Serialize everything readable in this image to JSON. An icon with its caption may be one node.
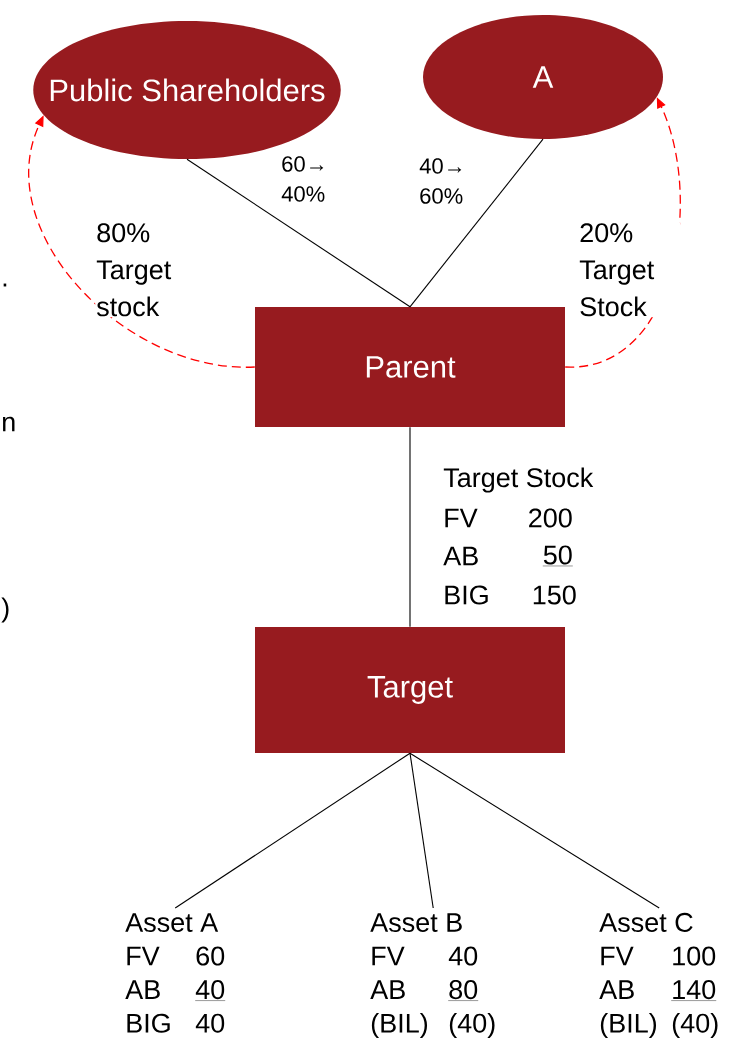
{
  "diagram": {
    "nodes": [
      {
        "text": [
          "Public Shareholders"
        ]
      },
      {
        "text": [
          "A"
        ]
      },
      {
        "text": [
          "Parent"
        ]
      },
      {
        "text": [
          "Target"
        ]
      },
      {
        "text": [
          "Asset A",
          "FV",
          "60",
          "AB",
          "40",
          "BIG",
          "40"
        ]
      },
      {
        "text": [
          "Asset B",
          "FV",
          "40",
          "AB",
          "80",
          "(BIL)",
          "(40)"
        ]
      },
      {
        "text": [
          "Asset C",
          "FV",
          "100",
          "AB",
          "140",
          "(BIL)",
          "(40)"
        ]
      }
    ],
    "edges": [
      {
        "from": 0,
        "to": 2,
        "arrow": "none",
        "label": "60→ 40%"
      },
      {
        "from": 1,
        "to": 2,
        "arrow": "none",
        "label": "40→ 60%"
      },
      {
        "from": 2,
        "to": 0,
        "arrow": "to",
        "style": "dashed",
        "color": "#ff0000",
        "label": "80% Target stock"
      },
      {
        "from": 2,
        "to": 1,
        "arrow": "to",
        "style": "dashed",
        "color": "#ff0000",
        "label": "20% Target Stock"
      },
      {
        "from": 2,
        "to": 3,
        "arrow": "none"
      },
      {
        "from": 3,
        "to": 4,
        "arrow": "none"
      },
      {
        "from": 3,
        "to": 5,
        "arrow": "none"
      },
      {
        "from": 3,
        "to": 6,
        "arrow": "none"
      }
    ],
    "labels": [
      ".",
      "n",
      "Target Stock",
      "FV",
      "200",
      "AB",
      "50",
      "BIG",
      "150",
      ")"
    ]
  }
}
